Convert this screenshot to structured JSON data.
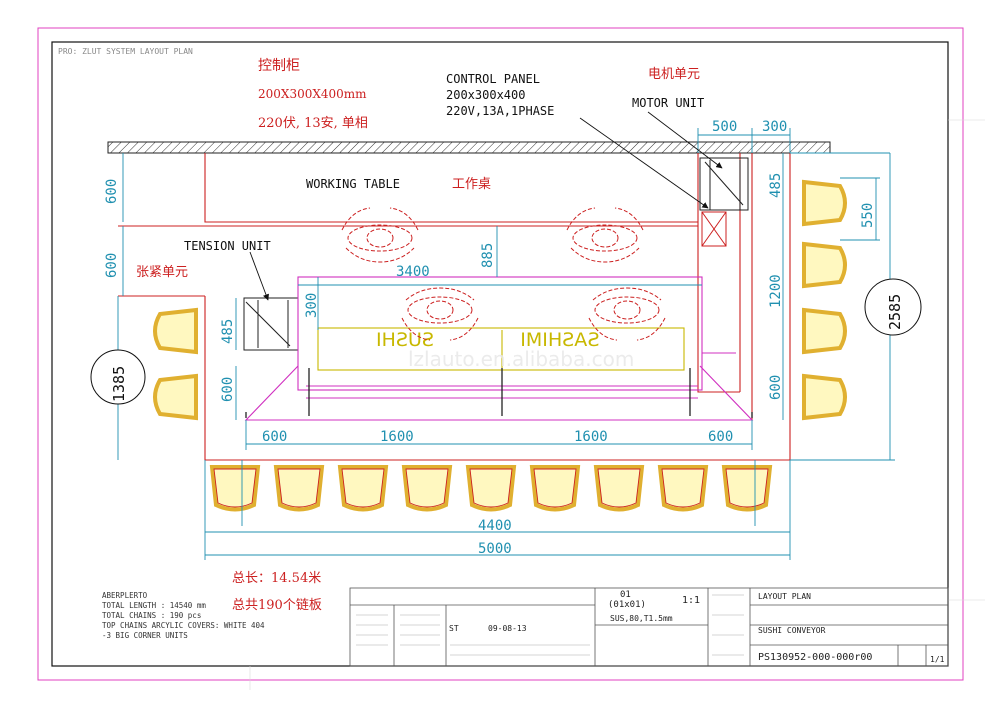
{
  "header_blurred": "PRO: ZLUT SYSTEM LAYOUT PLAN",
  "control_cabinet_cn": {
    "title": "控制柜",
    "size": "200X300X400mm",
    "power": "220伏,  13安,  单相"
  },
  "control_panel": {
    "title": "CONTROL PANEL",
    "size": "200x300x400",
    "power": "220V,13A,1PHASE"
  },
  "motor_unit": {
    "cn": "电机单元",
    "en": "MOTOR UNIT"
  },
  "tension_unit": {
    "cn": "张紧单元",
    "en": "TENSION UNIT"
  },
  "working_table": {
    "en": "WORKING TABLE",
    "cn": "工作桌"
  },
  "counter_labels": {
    "left": "SUSHI",
    "right": "SASHIMI"
  },
  "watermark": "lzlauto.en.alibaba.com",
  "dims": {
    "top_500": "500",
    "top_300": "300",
    "left_600_a": "600",
    "left_600_b": "600",
    "right_485": "485",
    "right_550": "550",
    "right_1200": "1200",
    "right_600": "600",
    "right_total": "2585",
    "left_total": "1385",
    "mid_885": "885",
    "mid_3400": "3400",
    "mid_300": "300",
    "mid_485": "485",
    "mid_600": "600",
    "bot_600_a": "600",
    "bot_1600_a": "1600",
    "bot_1600_b": "1600",
    "bot_600_b": "600",
    "width_4400": "4400",
    "width_5000": "5000"
  },
  "totals_cn": {
    "length": "总长：14.54米",
    "chains": "总共190个链板"
  },
  "notes_en": {
    "line1": "ABERPLERTO",
    "line2": "TOTAL LENGTH : 14540 mm",
    "line3": "TOTAL CHAINS : 190 pcs",
    "line4": "TOP CHAINS ARCYLIC COVERS: WHITE 404",
    "line5": "-3 BIG CORNER UNITS"
  },
  "title_block": {
    "qty": "01",
    "qty_sub": "(01x01)",
    "scale": "1:1",
    "date": "09-08-13",
    "material": "SUS,80,T1.5mm",
    "st": "ST",
    "drawing_title": "LAYOUT PLAN",
    "project": "SUSHI CONVEYOR",
    "drawing_no": "PS130952-000-000r00",
    "sheet": "1/1"
  }
}
